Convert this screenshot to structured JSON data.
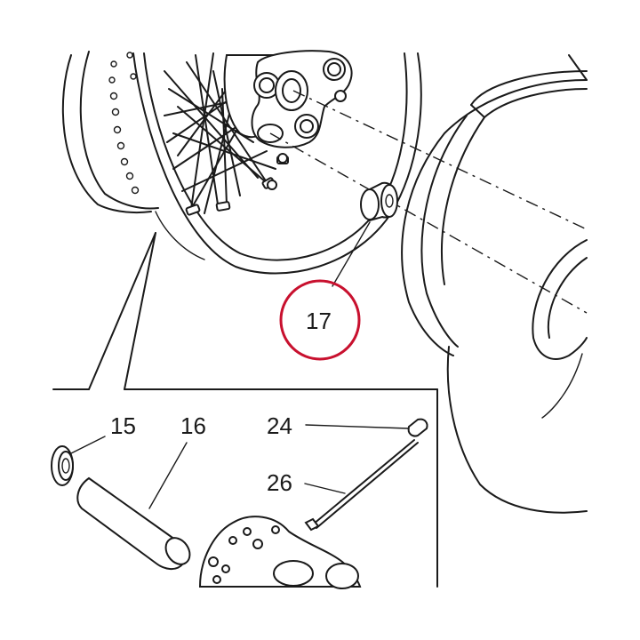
{
  "diagram": {
    "highlight_color": "#c8102e",
    "line_color": "#1a1a1a",
    "parts": [
      {
        "id": "15",
        "label": "15"
      },
      {
        "id": "16",
        "label": "16"
      },
      {
        "id": "17",
        "label": "17",
        "highlighted": true
      },
      {
        "id": "24",
        "label": "24"
      },
      {
        "id": "26",
        "label": "26"
      }
    ]
  }
}
